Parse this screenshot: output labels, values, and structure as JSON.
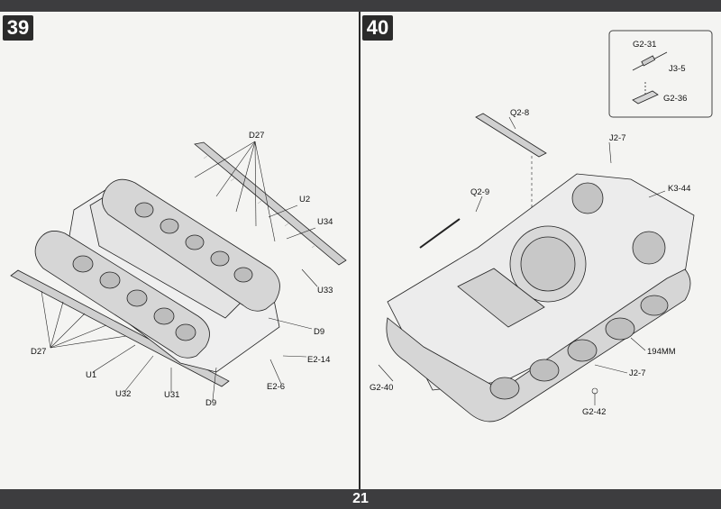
{
  "page": {
    "number": "21"
  },
  "step39": {
    "number": "39",
    "labels": {
      "d27_top": "D27",
      "u2": "U2",
      "u34": "U34",
      "u33": "U33",
      "d9_right": "D9",
      "e2_14": "E2-14",
      "e2_6": "E2-6",
      "d27_left": "D27",
      "u1": "U1",
      "u32": "U32",
      "u31": "U31",
      "d9_bottom": "D9"
    }
  },
  "step40": {
    "number": "40",
    "labels": {
      "g2_31": "G2-31",
      "j3_5": "J3-5",
      "g2_36": "G2-36",
      "q2_8": "Q2-8",
      "j2_7_top": "J2-7",
      "k3_44": "K3-44",
      "q2_9": "Q2-9",
      "dim_194": "194MM",
      "j2_7_bottom": "J2-7",
      "g2_40": "G2-40",
      "g2_42": "G2-42"
    }
  }
}
